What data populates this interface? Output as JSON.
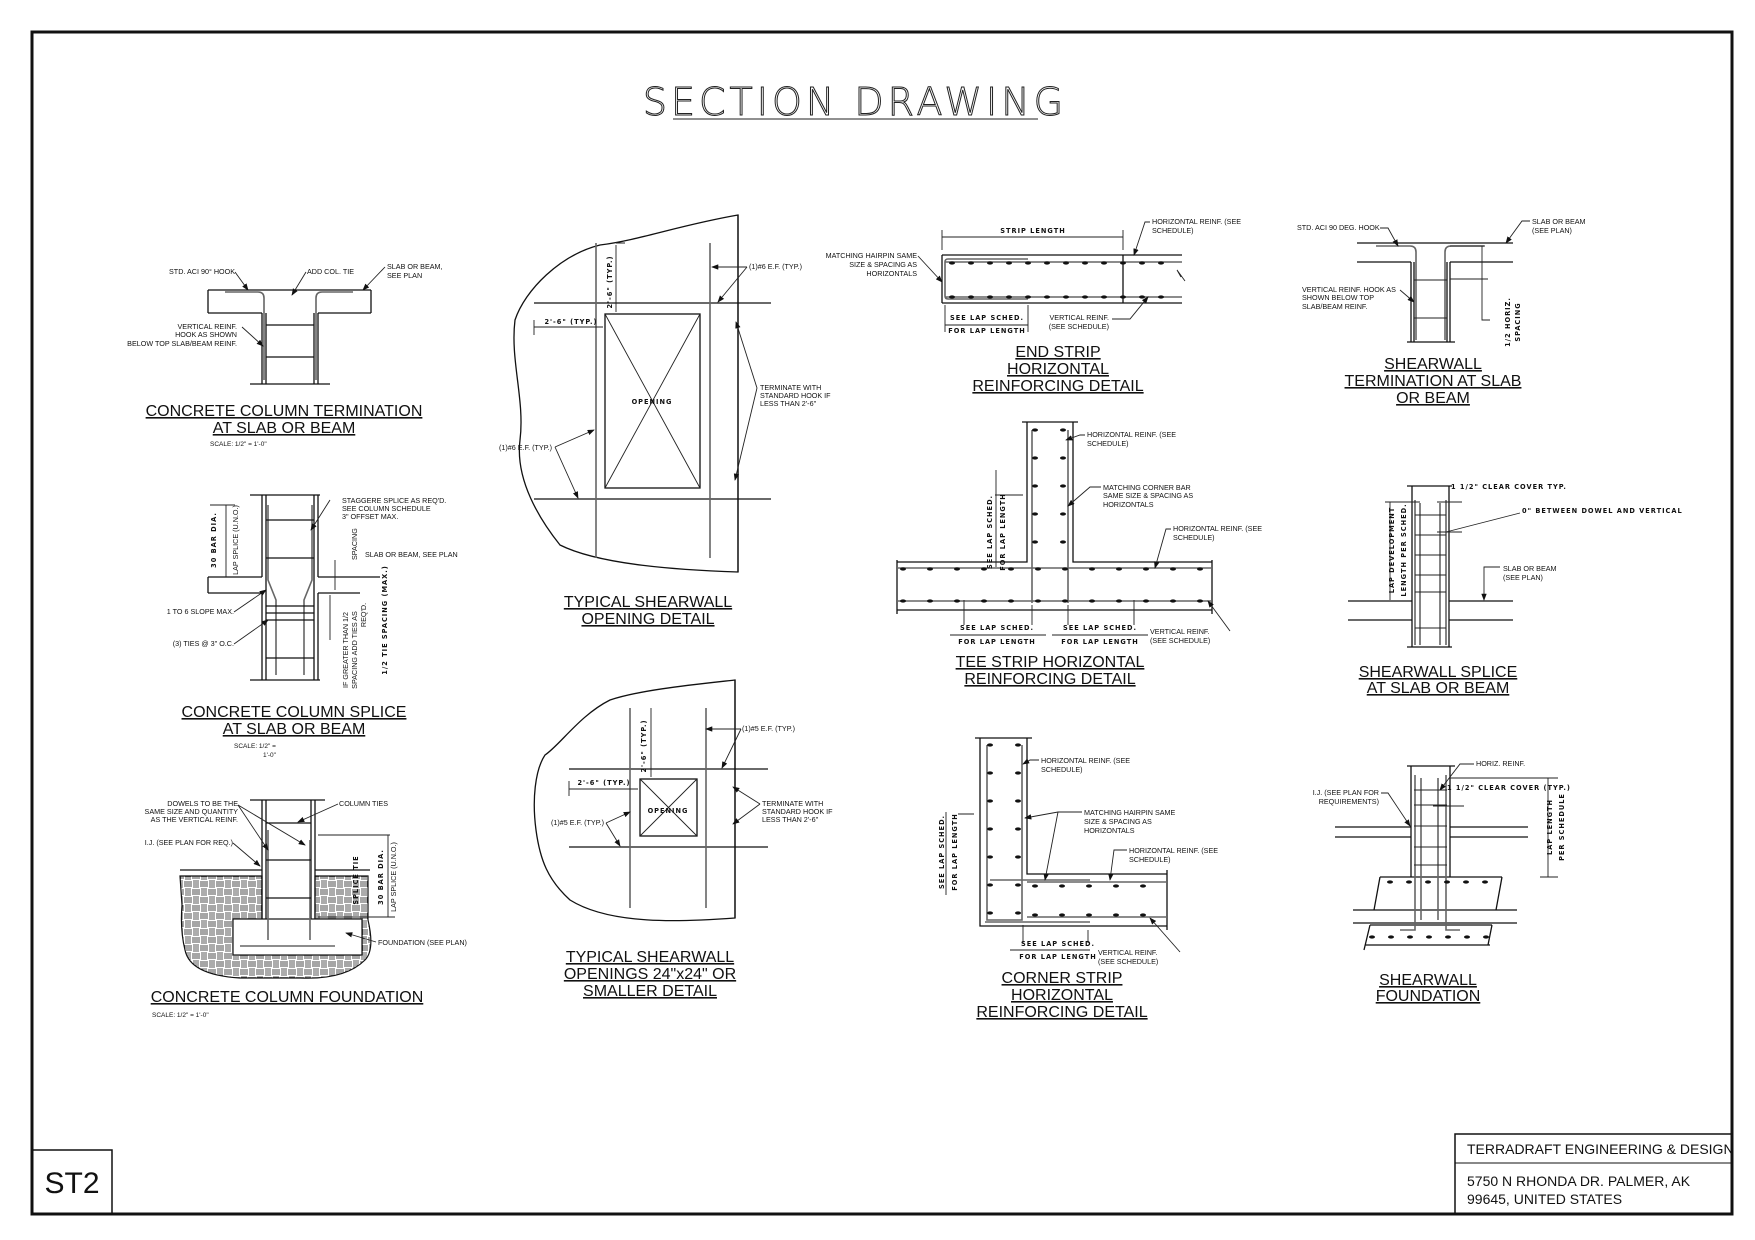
{
  "sheet_title": "SECTION DRAWING",
  "sheet_number": "ST2",
  "title_block": {
    "company": "TERRADRAFT ENGINEERING & DESIGN",
    "address_line1": "5750 N RHONDA DR. PALMER, AK",
    "address_line2": "99645, UNITED STATES"
  },
  "details": [
    {
      "title": [
        "CONCRETE COLUMN TERMINATION",
        "AT SLAB OR BEAM"
      ],
      "scale": [
        "SCALE: 1/2\" = 1'-0\""
      ],
      "labels": [
        "STD. ACI 90° HOOK",
        "ADD COL. TIE",
        "SLAB OR BEAM,",
        "SEE PLAN",
        "VERTICAL REINF.",
        "HOOK AS SHOWN",
        "BELOW TOP SLAB/BEAM REINF."
      ]
    },
    {
      "title": [
        "CONCRETE COLUMN SPLICE",
        "AT SLAB OR BEAM"
      ],
      "scale": [
        "SCALE: 1/2\" =",
        "1'-0\""
      ],
      "labels": [
        "STAGGERE SPLICE AS REQ'D.",
        "SEE COLUMN SCHEDULE",
        "3\" OFFSET MAX.",
        "SLAB OR BEAM, SEE PLAN",
        "SPACING",
        "1 TO 6 SLOPE MAX.",
        "(3) TIES @ 3\" O.C.",
        "30 BAR DIA.",
        "LAP SPLICE (U.N.O.)",
        "IF GREATER THAN 1/2",
        "SPACING ADD TIES AS",
        "REQ'D.",
        "1/2 TIE SPACING (MAX.)"
      ]
    },
    {
      "title": [
        "CONCRETE COLUMN FOUNDATION"
      ],
      "scale": [
        "SCALE: 1/2\" = 1'-0\""
      ],
      "labels": [
        "DOWELS TO BE THE",
        "SAME SIZE AND QUANTITY",
        "AS THE VERTICAL REINF.",
        "COLUMN TIES",
        "I.J. (SEE PLAN FOR REQ.)",
        "FOUNDATION (SEE PLAN)",
        "30 BAR DIA.",
        "LAP SPLICE (U.N.O.)",
        "SPLICE TIE"
      ]
    },
    {
      "title": [
        "TYPICAL SHEARWALL",
        "OPENING DETAIL"
      ],
      "labels": [
        "(1)#6 E.F. (TYP.)",
        "TERMINATE WITH",
        "STANDARD HOOK IF",
        "LESS THAN 2'-6\"",
        "OPENING",
        "(1)#6 E.F. (TYP.)",
        "2'-6\" (TYP.)",
        "2'-6\" (TYP.)"
      ]
    },
    {
      "title": [
        "TYPICAL SHEARWALL",
        "OPENINGS 24\"x24\" OR",
        "SMALLER  DETAIL"
      ],
      "labels": [
        "(1)#5 E.F. (TYP.)",
        "TERMINATE WITH",
        "STANDARD HOOK IF",
        "LESS THAN 2'-6\"",
        "OPENING",
        "(1)#5 E.F. (TYP.)",
        "2'-6\" (TYP.)",
        "2'-6\" (TYP.)"
      ]
    },
    {
      "title": [
        "END STRIP",
        "HORIZONTAL",
        "REINFORCING DETAIL"
      ],
      "labels": [
        "STRIP LENGTH",
        "HORIZONTAL REINF. (SEE",
        "SCHEDULE)",
        "MATCHING HAIRPIN SAME",
        "SIZE & SPACING AS",
        "HORIZONTALS",
        "SEE LAP SCHED.",
        "FOR LAP LENGTH",
        "VERTICAL REINF.",
        "(SEE SCHEDULE)"
      ]
    },
    {
      "title": [
        "TEE STRIP HORIZONTAL",
        "REINFORCING DETAIL"
      ],
      "labels": [
        "HORIZONTAL REINF. (SEE",
        "SCHEDULE)",
        "MATCHING CORNER BAR",
        "SAME SIZE & SPACING AS",
        "HORIZONTALS",
        "HORIZONTAL REINF. (SEE",
        "SCHEDULE)",
        "SEE LAP SCHED.",
        "FOR LAP LENGTH",
        "SEE LAP SCHED.",
        "FOR LAP LENGTH",
        "SEE LAP SCHED.",
        "FOR LAP LENGTH",
        "VERTICAL REINF.",
        "(SEE SCHEDULE)"
      ]
    },
    {
      "title": [
        "CORNER STRIP",
        "HORIZONTAL",
        "REINFORCING DETAIL"
      ],
      "labels": [
        "HORIZONTAL REINF. (SEE",
        "SCHEDULE)",
        "MATCHING HAIRPIN SAME",
        "SIZE & SPACING AS",
        "HORIZONTALS",
        "HORIZONTAL REINF. (SEE",
        "SCHEDULE)",
        "SEE LAP SCHED.",
        "FOR LAP LENGTH",
        "SEE LAP SCHED.",
        "FOR LAP LENGTH",
        "VERTICAL REINF.",
        "(SEE SCHEDULE)"
      ]
    },
    {
      "title": [
        "SHEARWALL",
        "TERMINATION AT SLAB",
        "OR BEAM"
      ],
      "labels": [
        "STD. ACI 90 DEG. HOOK",
        "SLAB OR BEAM",
        "(SEE PLAN)",
        "VERTICAL REINF. HOOK AS",
        "SHOWN BELOW TOP",
        "SLAB/BEAM REINF.",
        "1/2 HORIZ.",
        "SPACING"
      ]
    },
    {
      "title": [
        "SHEARWALL SPLICE",
        "AT SLAB OR BEAM"
      ],
      "labels": [
        "1 1/2\" CLEAR COVER TYP.",
        "0\" BETWEEN DOWEL AND VERTICAL",
        "SLAB OR  BEAM",
        "(SEE PLAN)",
        "LAP DEVELOPMENT",
        "LENGTH PER SCHED."
      ]
    },
    {
      "title": [
        "SHEARWALL",
        "FOUNDATION"
      ],
      "labels": [
        "HORIZ. REINF.",
        "1 1/2\" CLEAR COVER (TYP.)",
        "I.J. (SEE PLAN FOR",
        "REQUIREMENTS)",
        "LAP LENGTH",
        "PER SCHEDULE"
      ]
    }
  ]
}
